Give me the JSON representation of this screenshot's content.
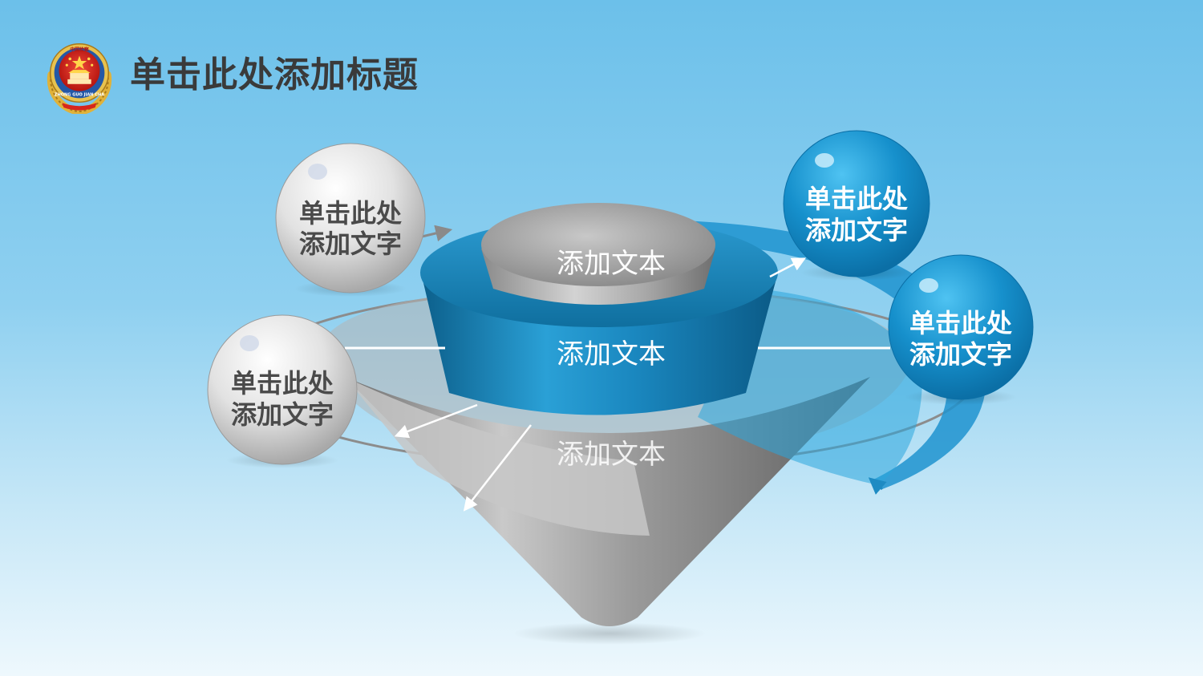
{
  "slide": {
    "title": "单击此处添加标题"
  },
  "emblem": {
    "icon": "prosecutor-emblem-icon",
    "top_text": "中国检察",
    "ring_text": "ZHONG GUO JIAN CHA"
  },
  "funnel": {
    "levels": [
      {
        "label": "添加文本"
      },
      {
        "label": "添加文本"
      },
      {
        "label": "添加文本"
      }
    ]
  },
  "bubbles": [
    {
      "line1": "单击此处",
      "line2": "添加文字",
      "style": "gray"
    },
    {
      "line1": "单击此处",
      "line2": "添加文字",
      "style": "gray"
    },
    {
      "line1": "单击此处",
      "line2": "添加文字",
      "style": "blue"
    },
    {
      "line1": "单击此处",
      "line2": "添加文字",
      "style": "blue"
    }
  ],
  "colors": {
    "accent_blue": "#1e8bc3",
    "dark_blue": "#0f6f9f",
    "gray_light": "#e6e6e6",
    "gray_dark": "#7a7a7a",
    "title": "#3a3a3a"
  }
}
